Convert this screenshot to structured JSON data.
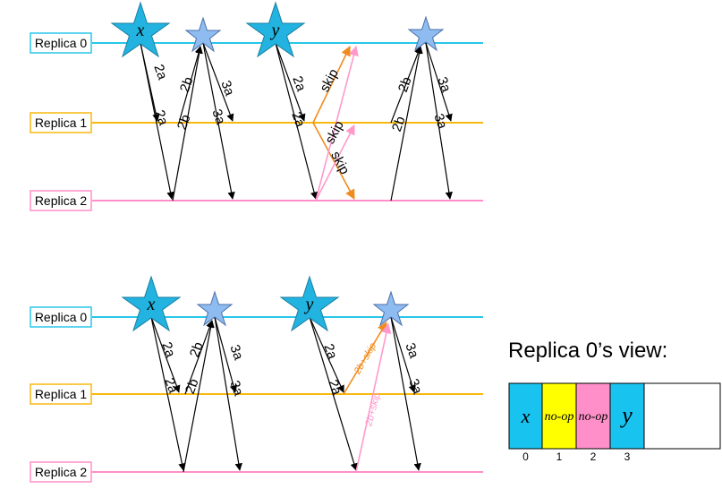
{
  "colors": {
    "replica0": "#29c6e8",
    "replica1": "#f7b90f",
    "replica2": "#ff8fc8",
    "star_leader": "#22b3e0",
    "star_light": "#8fbcf0",
    "arrow": "#000000",
    "skip_orange": "#f08b1d",
    "skip_pink": "#ff99cc",
    "cell_cyan": "#19c3f0",
    "cell_yellow": "#ffff00",
    "cell_pink": "#ff8fc8",
    "cell_empty": "#ffffff"
  },
  "top": {
    "replicas": [
      "Replica 0",
      "Replica 1",
      "Replica 2"
    ],
    "stars": [
      {
        "letter": "x",
        "style": "leader"
      },
      {
        "letter": "",
        "style": "light"
      },
      {
        "letter": "y",
        "style": "leader"
      },
      {
        "letter": "",
        "style": "light"
      }
    ],
    "labels": {
      "a": "2a",
      "b": "2b",
      "c": "3a",
      "skip": "skip"
    }
  },
  "bottom": {
    "replicas": [
      "Replica 0",
      "Replica 1",
      "Replica 2"
    ],
    "stars": [
      {
        "letter": "x",
        "style": "leader"
      },
      {
        "letter": "",
        "style": "light"
      },
      {
        "letter": "y",
        "style": "leader"
      },
      {
        "letter": "",
        "style": "light"
      }
    ],
    "labels": {
      "a": "2a",
      "b": "2b",
      "c": "3a",
      "bskip": "2b+skip"
    }
  },
  "view": {
    "title": "Replica 0’s view:",
    "cells": [
      {
        "text": "x",
        "index": "0",
        "fill": "cyan",
        "kind": "big"
      },
      {
        "text": "no-op",
        "index": "1",
        "fill": "yellow",
        "kind": "small"
      },
      {
        "text": "no-op",
        "index": "2",
        "fill": "pink",
        "kind": "small"
      },
      {
        "text": "y",
        "index": "3",
        "fill": "cyan",
        "kind": "big"
      }
    ]
  }
}
